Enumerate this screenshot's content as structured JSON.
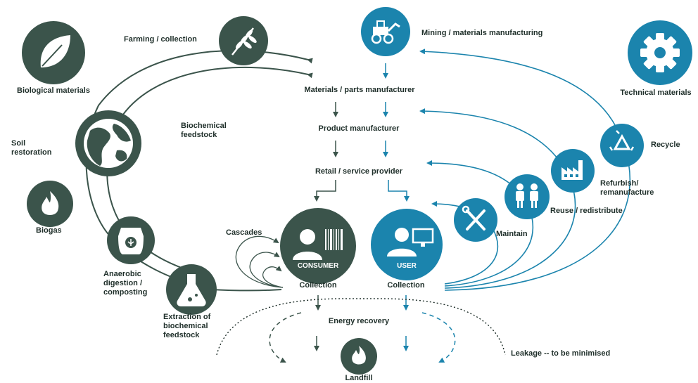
{
  "colors": {
    "bio": "#3b544b",
    "tech": "#1b84ad",
    "text": "#1f2f2a",
    "white": "#ffffff"
  },
  "biological": {
    "header": "Biological materials",
    "farming": "Farming / collection",
    "feedstock": "Biochemical\nfeedstock",
    "soil": "Soil\nrestoration",
    "biogas": "Biogas",
    "anaerobic": "Anaerobic\ndigestion /\ncomposting",
    "extraction": "Extraction of\nbiochemical\nfeedstock",
    "cascades": "Cascades"
  },
  "technical": {
    "header": "Technical materials",
    "mining": "Mining / materials manufacturing",
    "recycle": "Recycle",
    "refurbish": "Refurbish/\nremanufacture",
    "reuse": "Reuse / redistribute",
    "maintain": "Maintain"
  },
  "chain": {
    "materials": "Materials / parts manufacturer",
    "product": "Product manufacturer",
    "retail": "Retail / service provider"
  },
  "consumer": {
    "badge": "CONSUMER",
    "collection": "Collection"
  },
  "user": {
    "badge": "USER",
    "collection": "Collection"
  },
  "bottom": {
    "energy": "Energy recovery",
    "landfill": "Landfill",
    "leakage": "Leakage -- to be minimised"
  },
  "icons": {
    "leaf": "leaf-icon",
    "globe": "globe-icon",
    "flame": "flame-icon",
    "sack": "fertilizer-sack-icon",
    "flask": "flask-icon",
    "wheat": "wheat-icon",
    "tractor": "tractor-icon",
    "gear": "gear-icon",
    "recycle": "recycle-icon",
    "factory": "factory-icon",
    "people": "people-icon",
    "tools": "wrench-screwdriver-icon",
    "consumer": "consumer-barcode-icon",
    "user": "user-computer-icon"
  }
}
